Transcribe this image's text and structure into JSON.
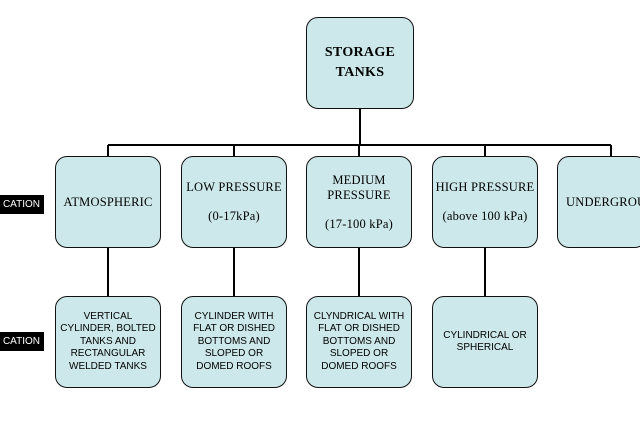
{
  "root": {
    "lines": [
      "STORAGE",
      "TANKS"
    ]
  },
  "side_labels": {
    "level2": "CATION",
    "level3": "CATION"
  },
  "categories": [
    {
      "lines": [
        "ATMOSPHERIC"
      ],
      "gap": false,
      "sub": ""
    },
    {
      "lines": [
        "LOW PRESSURE"
      ],
      "gap": true,
      "sub": "(0-17kPa)"
    },
    {
      "lines": [
        "MEDIUM",
        "PRESSURE"
      ],
      "gap": true,
      "sub": "(17-100 kPa)"
    },
    {
      "lines": [
        "HIGH PRESSURE"
      ],
      "gap": true,
      "sub": "(above 100 kPa)"
    },
    {
      "lines": [
        "UNDERGROU"
      ],
      "gap": false,
      "sub": ""
    }
  ],
  "descriptions": [
    {
      "lines": [
        "VERTICAL",
        "CYLINDER, BOLTED",
        "TANKS AND",
        "RECTANGULAR",
        "WELDED TANKS"
      ]
    },
    {
      "lines": [
        "CYLINDER WITH",
        "FLAT OR DISHED",
        "BOTTOMS AND",
        "SLOPED OR",
        "DOMED ROOFS"
      ]
    },
    {
      "lines": [
        "CLYNDRICAL WITH",
        "FLAT OR DISHED",
        "BOTTOMS AND",
        "SLOPED OR",
        "DOMED ROOFS"
      ]
    },
    {
      "lines": [
        "CYLINDRICAL OR",
        "SPHERICAL"
      ]
    }
  ],
  "colors": {
    "box_fill": "#cde8ea",
    "border": "#111111",
    "line": "#000000",
    "label_bg": "#000000"
  }
}
